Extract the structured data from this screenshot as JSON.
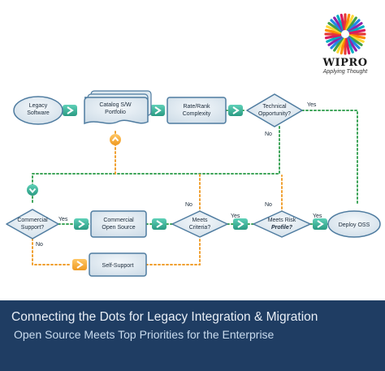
{
  "brand": {
    "name": "WIPRO",
    "tagline": "Applying Thought",
    "colors": [
      "#e53935",
      "#fb8c00",
      "#fdd835",
      "#43a047",
      "#1e88e5",
      "#8e24aa",
      "#00acc1",
      "#d81b60"
    ]
  },
  "nodes": {
    "legacy": "Legacy Software",
    "catalog": "Catalog S/W Portfolio",
    "rate": "Rate/Rank Complexity",
    "technical": "Technical Opportunity?",
    "commercial_support": "Commercial Support?",
    "commercial_os": "Commercial Open Source",
    "meets_criteria": "Meets Criteria?",
    "meets_risk": "Meets Risk Profile?",
    "deploy": "Deploy OSS",
    "self_support": "Self-Support"
  },
  "labels": {
    "yes": "Yes",
    "no": "No"
  },
  "colors": {
    "node_fill": "#dde8ef",
    "node_stroke": "#4f7ca0",
    "teal_connector": "#3ab09a",
    "green_line": "#3fa55a",
    "orange_line": "#f0a030",
    "banner": "#1f3d63"
  },
  "banner": {
    "line1": "Connecting the Dots for Legacy Integration & Migration",
    "line2": "Open Source Meets Top Priorities for the Enterprise"
  }
}
